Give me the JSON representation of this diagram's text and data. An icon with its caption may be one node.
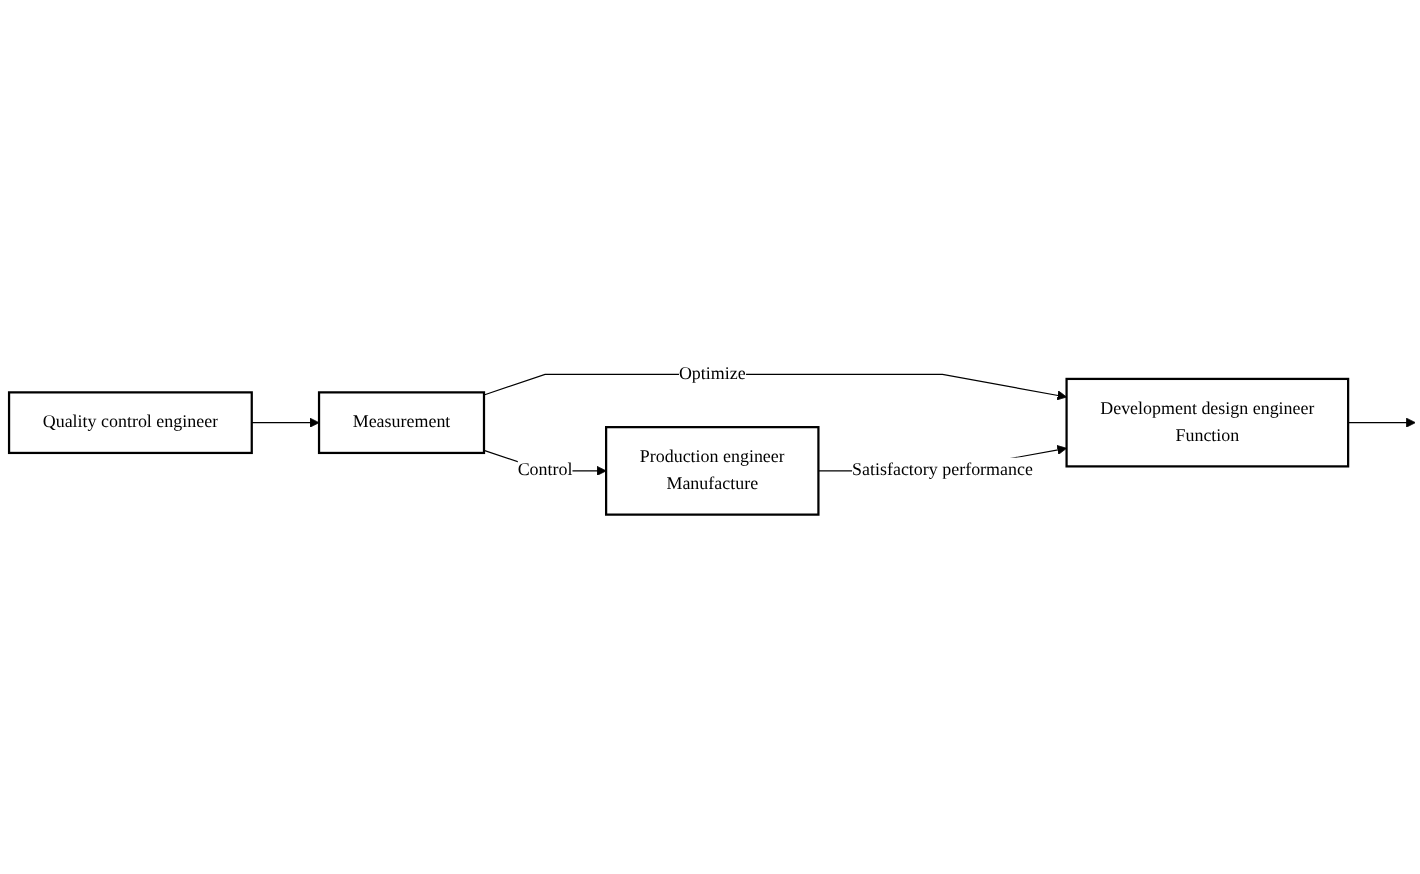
{
  "diagram": {
    "nodes": [
      {
        "text": [
          "Production engineer",
          "Manufacture"
        ]
      },
      {
        "text": [
          "Measurement"
        ]
      },
      {
        "text": [
          "Development design engineer",
          "Function"
        ]
      },
      {
        "text": [
          "Quality control engineer"
        ]
      }
    ],
    "edges": [
      {
        "from": 1,
        "to": 0,
        "label": "Control",
        "arrow": "to"
      },
      {
        "from": 1,
        "to": 2,
        "label": "Optimize",
        "arrow": "to"
      },
      {
        "from": 3,
        "to": 1,
        "arrow": "to"
      },
      {
        "from": 0,
        "to": 2,
        "label": "Satisfactory performance",
        "arrow": "to"
      },
      {
        "from": 2,
        "to": null,
        "arrow": "to"
      }
    ]
  }
}
